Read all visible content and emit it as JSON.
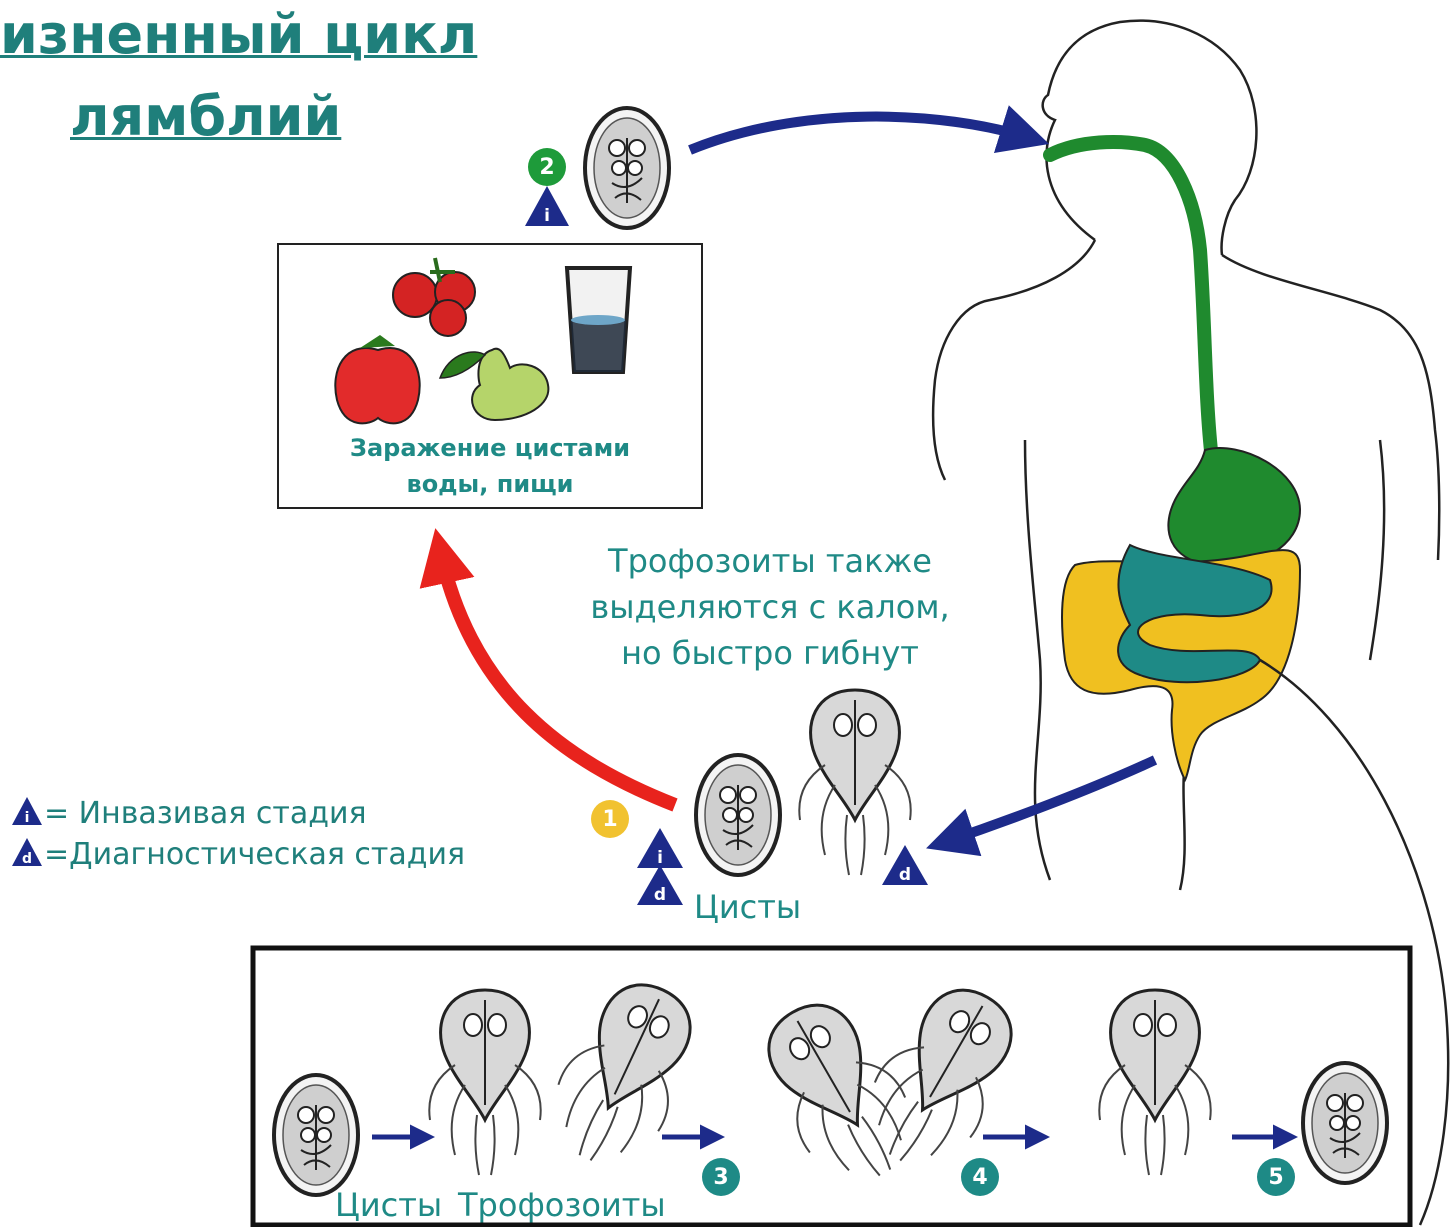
{
  "title": {
    "line1": "изненный цикл",
    "line2": "лямблий"
  },
  "infection_box": {
    "caption_line1": "Заражение цистами",
    "caption_line2": "воды, пищи"
  },
  "note": {
    "line1": "Трофозоиты также",
    "line2": "выделяются с калом,",
    "line3": "но быстро гибнут"
  },
  "legend": {
    "invasive": {
      "symbol": "i",
      "text": "= Инвазивая стадия"
    },
    "diagnostic": {
      "symbol": "d",
      "text": "=Диагностическая стадия"
    }
  },
  "stage_markers": {
    "s1": "1",
    "s2": "2",
    "s3": "3",
    "s4": "4",
    "s5": "5",
    "i_symbol": "i",
    "d_symbol": "d"
  },
  "labels": {
    "cysts_mid": "Цисты",
    "cysts_bottom": "Цисты",
    "trophozoites_bottom": "Трофозоиты"
  },
  "colors": {
    "title": "#1f7f7b",
    "infection_arrow": "#e8231d",
    "transmission_arrow": "#1d2b8a",
    "digestive_upper": "#1f8a2e",
    "colon": "#f0c020",
    "small_intestine": "#1e8a86"
  }
}
